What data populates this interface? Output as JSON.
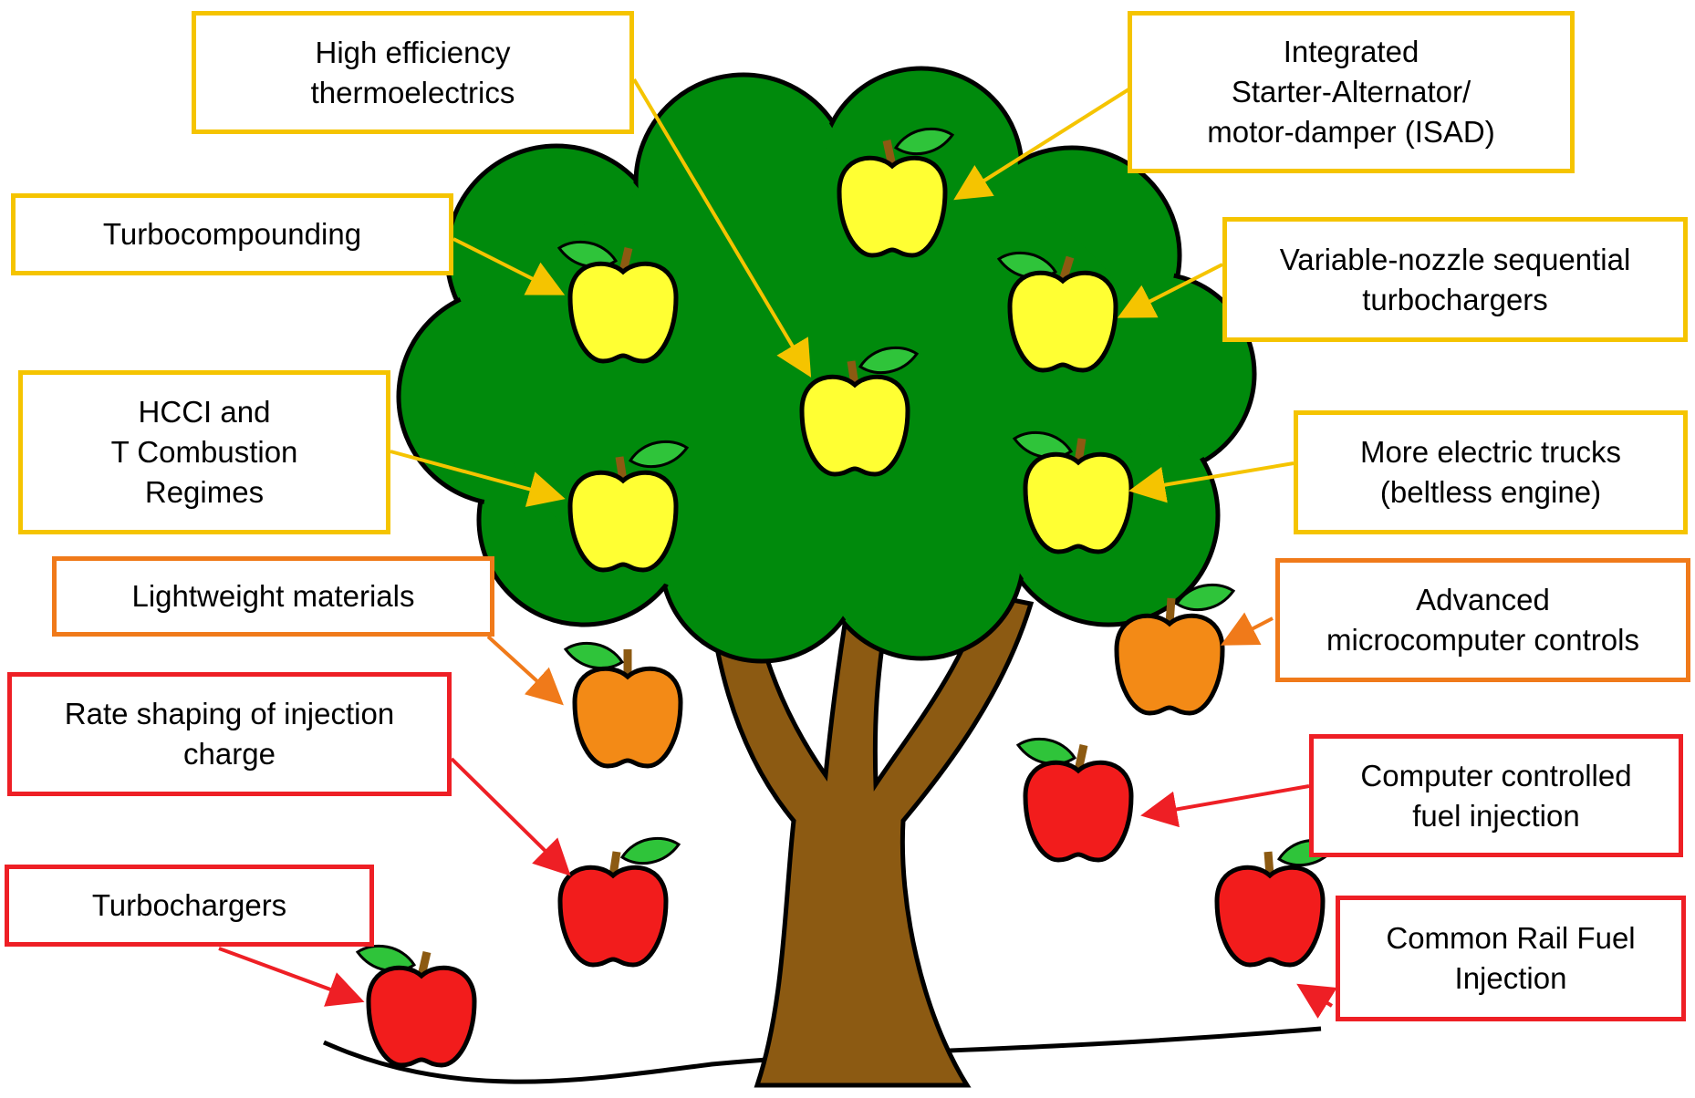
{
  "colors": {
    "canopy": "#008a0c",
    "trunk": "#8c5a12",
    "yellow_fruit": "#ffff33",
    "orange_fruit": "#f38a16",
    "red_fruit": "#f21c1c",
    "leaf": "#2fc43a",
    "yellow_border": "#f5c400",
    "orange_border": "#f07a1a",
    "red_border": "#ee1f25"
  },
  "labels": {
    "high_efficiency": "High efficiency\nthermoelectrics",
    "isad": "Integrated\nStarter-Alternator/\nmotor-damper (ISAD)",
    "turbocompounding": "Turbocompounding",
    "variable_nozzle": "Variable-nozzle sequential\nturbochargers",
    "hcci": "HCCI and\nT Combustion\nRegimes",
    "more_electric": "More electric trucks\n(beltless engine)",
    "lightweight": "Lightweight materials",
    "microcomputer": "Advanced\nmicrocomputer controls",
    "rate_shaping": "Rate shaping of injection\ncharge",
    "computer_injection": "Computer controlled\nfuel injection",
    "turbochargers": "Turbochargers",
    "common_rail": "Common Rail Fuel\nInjection"
  }
}
